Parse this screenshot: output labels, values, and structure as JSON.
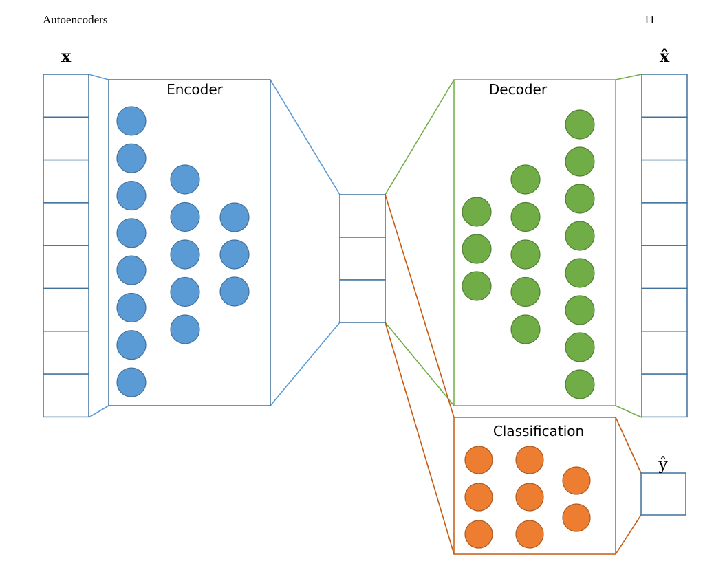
{
  "header": {
    "title": "Autoencoders",
    "page_number": "11"
  },
  "diagram": {
    "input_label": "x",
    "output_label": "x̂",
    "prediction_label": "ŷ",
    "encoder": {
      "title": "Encoder",
      "layers": [
        8,
        5,
        3
      ]
    },
    "bottleneck": {
      "cells": 3
    },
    "decoder": {
      "title": "Decoder",
      "layers": [
        3,
        5,
        8
      ]
    },
    "classifier": {
      "title": "Classification",
      "layers": [
        3,
        3,
        2
      ]
    },
    "input_cells": 8,
    "output_cells": 8,
    "colors": {
      "encoder": "#5b9bd5",
      "encoder_stroke": "#41719c",
      "decoder": "#70ad47",
      "decoder_stroke": "#507e32",
      "classifier": "#ed7d31",
      "classifier_stroke": "#ae5a21",
      "box_stroke": "#41719c",
      "encoder_line": "#5b9bd5",
      "decoder_line": "#70ad47",
      "classifier_line": "#c55a11"
    }
  }
}
